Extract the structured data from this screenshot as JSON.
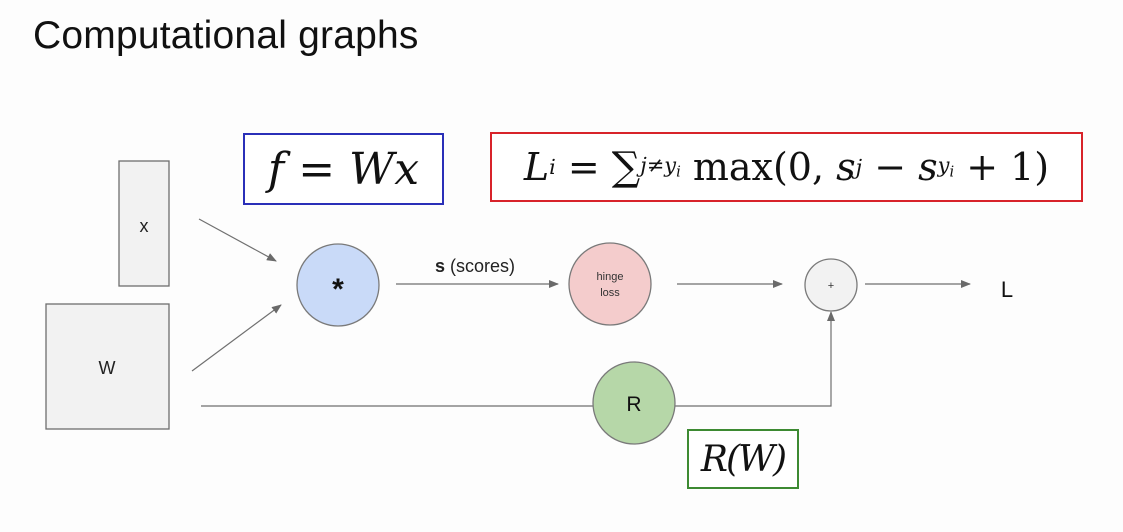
{
  "slide": {
    "title": "Computational graphs"
  },
  "formulas": {
    "f_eq": {
      "lhs": "f",
      "eq": " = ",
      "rhs": "Wx",
      "border_color": "#2a2fb8"
    },
    "hinge": {
      "L": "L",
      "i": "i",
      "eq": " = ",
      "sum": "∑",
      "sum_sub": "j≠y",
      "sum_subsub": "i",
      "max": " max(0, ",
      "s": "s",
      "j": "j",
      "minus": " − ",
      "s2": "s",
      "yi": "y",
      "yi_sub": "i",
      "tail": " + 1)",
      "border_color": "#d8232a"
    },
    "rw": {
      "text": "R(W)",
      "border_color": "#3d8a32"
    }
  },
  "diagram": {
    "inputs": [
      {
        "id": "x",
        "label": "x",
        "fill": "#f2f2f2"
      },
      {
        "id": "W",
        "label": "W",
        "fill": "#f2f2f2"
      }
    ],
    "nodes": [
      {
        "id": "mult",
        "label": "*",
        "fill": "#c9daf8"
      },
      {
        "id": "hinge",
        "label_lines": [
          "hinge",
          "loss"
        ],
        "fill": "#f4cccc"
      },
      {
        "id": "add",
        "label": "+",
        "fill": "#f2f2f2"
      },
      {
        "id": "reg",
        "label": "R",
        "fill": "#b6d7a8"
      }
    ],
    "edge_labels": {
      "scores_bold": "s",
      "scores_rest": " (scores)",
      "output": "L"
    },
    "edges": [
      {
        "from": "x",
        "to": "mult"
      },
      {
        "from": "W",
        "to": "mult"
      },
      {
        "from": "mult",
        "to": "hinge"
      },
      {
        "from": "hinge",
        "to": "add"
      },
      {
        "from": "W",
        "to": "reg"
      },
      {
        "from": "reg",
        "to": "add"
      },
      {
        "from": "add",
        "to": "L"
      }
    ],
    "stroke_color": "#707070"
  }
}
